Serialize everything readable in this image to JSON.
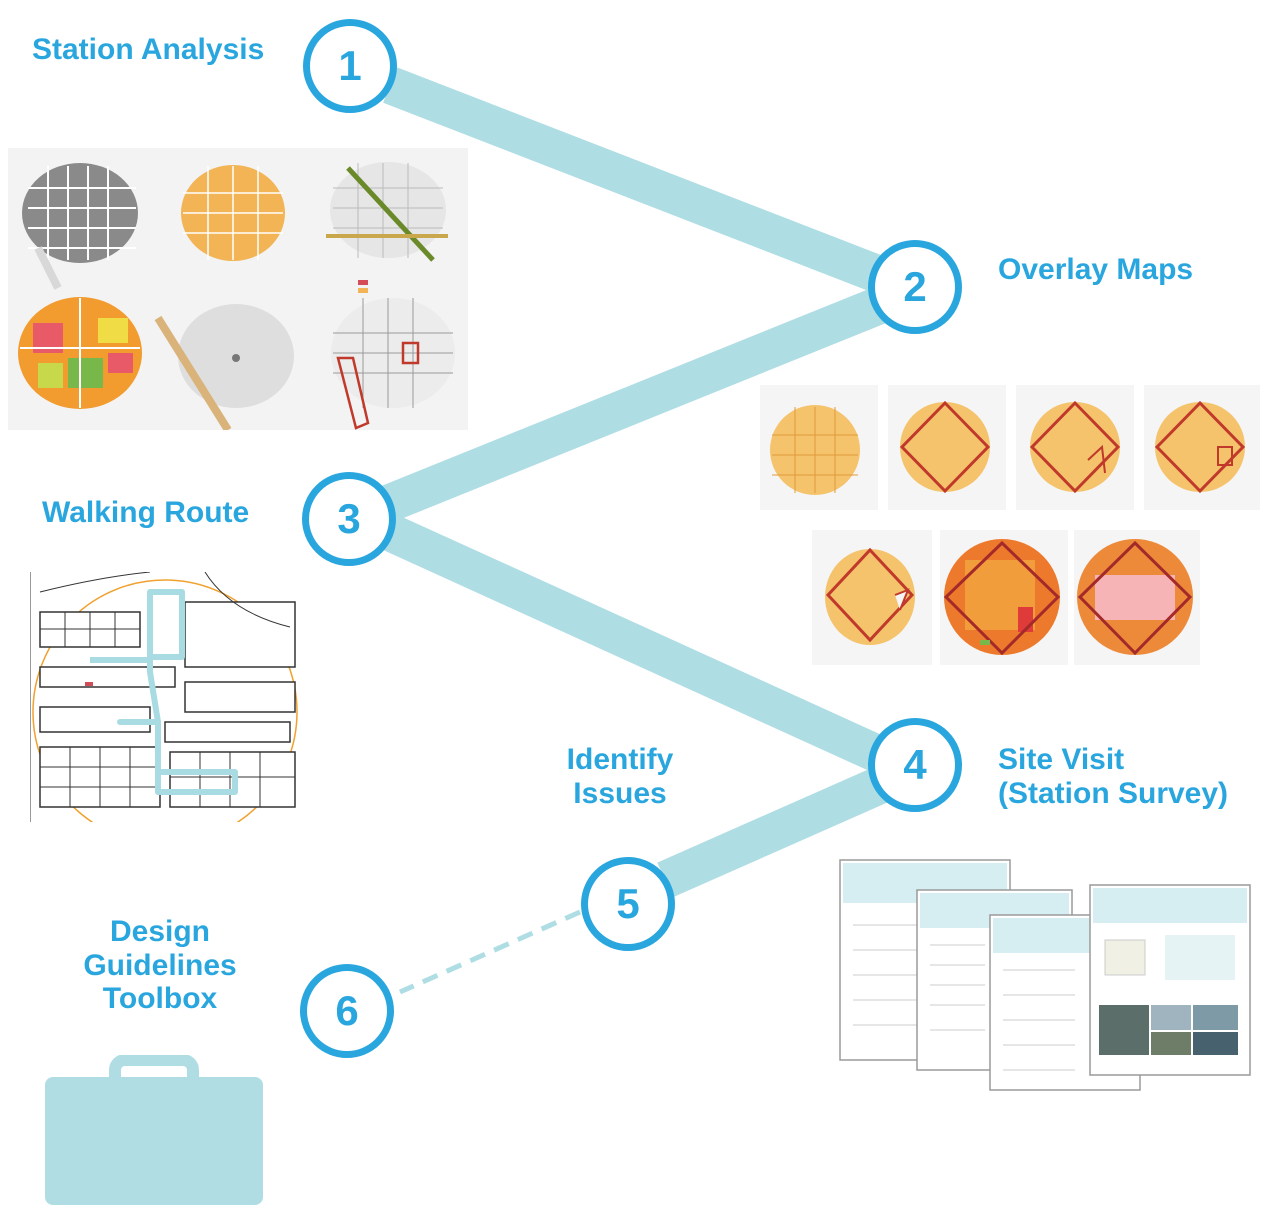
{
  "steps": [
    {
      "number": "1",
      "label": "Station Analysis"
    },
    {
      "number": "2",
      "label": "Overlay Maps"
    },
    {
      "number": "3",
      "label": "Walking Route"
    },
    {
      "number": "4",
      "label_line1": "Site Visit",
      "label_line2": "(Station Survey)"
    },
    {
      "number": "5",
      "label_line1": "Identify",
      "label_line2": "Issues"
    },
    {
      "number": "6",
      "label_line1": "Design",
      "label_line2": "Guidelines",
      "label_line3": "Toolbox"
    }
  ],
  "colors": {
    "accent": "#2aa6df",
    "path": "#aedde4",
    "toolbox": "#b0dde3"
  },
  "icons": [
    "toolbox-icon"
  ]
}
